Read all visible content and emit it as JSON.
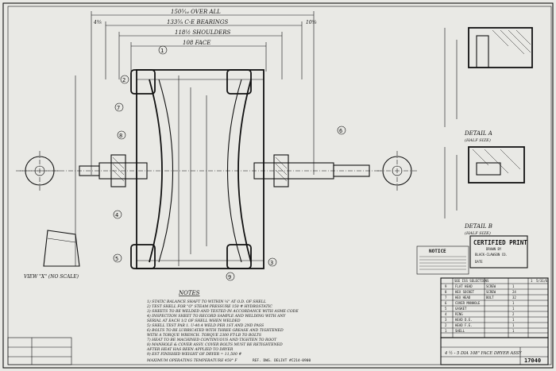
{
  "dims": {
    "overall": "150⁵⁄₁₆ OVER ALL",
    "bearings": "133⁵⁄₈ C-E BEARINGS",
    "shoulders": "118½ SHOULDERS",
    "face": "108 FACE",
    "left_drop": "4⅜",
    "right_drop": "10⅝"
  },
  "callouts": [
    "1",
    "2",
    "3",
    "4",
    "5",
    "6",
    "7",
    "8",
    "9"
  ],
  "notes": {
    "title": "NOTES",
    "lines": [
      "1) STATIC BALANCE SHAFT TO WITHIN ¼\" AT O.D. OF SHELL",
      "2) TEST SHELL FOR \"O\" STEAM PRESSURE 150 # HYDROSTATIC",
      "3) SHEETS TO BE WELDED AND TESTED IN ACCORDANCE WITH ASME CODE",
      "4) INSPECTION SHEET TO RECORD SAMPLE AND WELDING WITH ANY",
      "   SERIAL AT EACH 1/2 OF SHELL WHEN WELDED",
      "5) SHELL TEST PAR 1. U-40.4 WELD PER 1ST AND 2ND PASS",
      "6) BOLTS TO BE LUBRICATED WITH THREE GREASE AND TIGHTENED",
      "   WITH A TORQUE WRENCH. TORQUE 2300 FT-LB TO BOLTS",
      "7) HEAT TO BE MACHINED CONTINUOUS AND TIGHTEN TO ROOT",
      "8) MANHOLE & COVER ASSY. COVER BOLTS MUST BE RETIGHTENED",
      "   AFTER HEAT HAS BEEN APPLIED TO DRYER",
      "9) EST FINISHED WEIGHT OF DRYER = 11,500 #"
    ],
    "footer": "MAXIMUM OPERATING TEMPERATURE 450° F"
  },
  "detail_a": "DETAIL A",
  "detail_a_scale": "(HALF SIZE)",
  "detail_b": "DETAIL B",
  "detail_b_scale": "(HALF SIZE)",
  "view_label": "VIEW \"X\" (NO SCALE)",
  "notice": "NOTICE",
  "certified": {
    "title": "CERTIFIED PRINT",
    "sub": "DRAWN BY",
    "line": "BLACK-CLAWSON CO.",
    "date": "DATE"
  },
  "title_block": {
    "line1": "4 ½ - 5 DIA 108\" FACE DRYER ASSY",
    "dwg_no": "17040",
    "ref": "REF. DWG. DELIVT #C214-0900"
  },
  "bom_header": [
    "SEE ISS SELECTIONS",
    "1",
    "5/31/6"
  ],
  "bom_rows": [
    [
      "9",
      "FLAT HEAD",
      "SCREW",
      "1"
    ],
    [
      "8",
      "HEX SOCKET",
      "SCREW",
      "24"
    ],
    [
      "7",
      "HEX HEAD",
      "BOLT",
      "32"
    ],
    [
      "6",
      "COVER MANHOLE",
      "1"
    ],
    [
      "5",
      "GASKET",
      "1"
    ],
    [
      "4",
      "RING",
      "2"
    ],
    [
      "3",
      "HEAD D.E.",
      "1"
    ],
    [
      "2",
      "HEAD F.E.",
      "1"
    ],
    [
      "1",
      "SHELL",
      "1"
    ]
  ]
}
